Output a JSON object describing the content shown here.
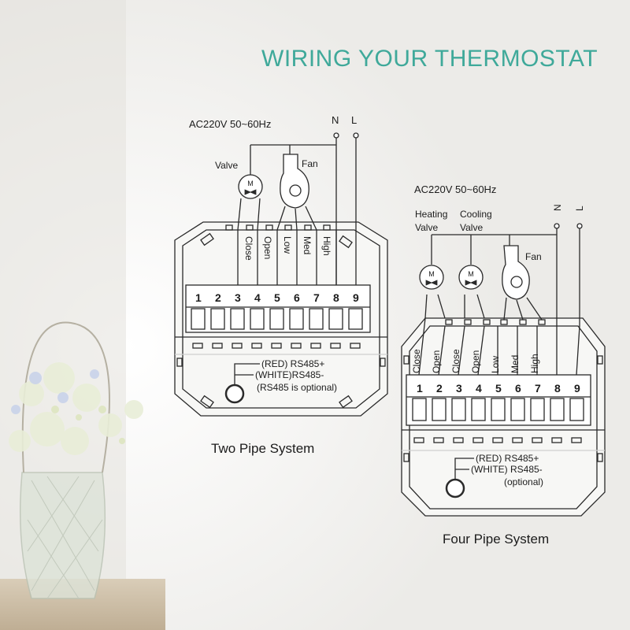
{
  "title": "WIRING YOUR THERMOSTAT",
  "two_pipe": {
    "power": "AC220V 50~60Hz",
    "neutral": "N",
    "live": "L",
    "valve": "Valve",
    "fan": "Fan",
    "valve_symbol": "M",
    "terminal_labels": [
      "Close",
      "Open",
      "Low",
      "Med",
      "High"
    ],
    "terminals": [
      "1",
      "2",
      "3",
      "4",
      "5",
      "6",
      "7",
      "8",
      "9"
    ],
    "rs485_red": "(RED) RS485+",
    "rs485_white": "(WHITE)RS485-",
    "rs485_note": "(RS485 is optional)",
    "caption": "Two Pipe System"
  },
  "four_pipe": {
    "power": "AC220V 50~60Hz",
    "neutral": "N",
    "live": "L",
    "heating_1": "Heating",
    "heating_2": "Valve",
    "cooling_1": "Cooling",
    "cooling_2": "Valve",
    "fan": "Fan",
    "valve_symbol": "M",
    "terminal_labels": [
      "Close",
      "Open",
      "Close",
      "Open",
      "Low",
      "Med",
      "High"
    ],
    "terminals": [
      "1",
      "2",
      "3",
      "4",
      "5",
      "6",
      "7",
      "8",
      "9"
    ],
    "rs485_red": "(RED) RS485+",
    "rs485_white": "(WHITE) RS485-",
    "rs485_note": "(optional)",
    "caption": "Four Pipe System"
  }
}
